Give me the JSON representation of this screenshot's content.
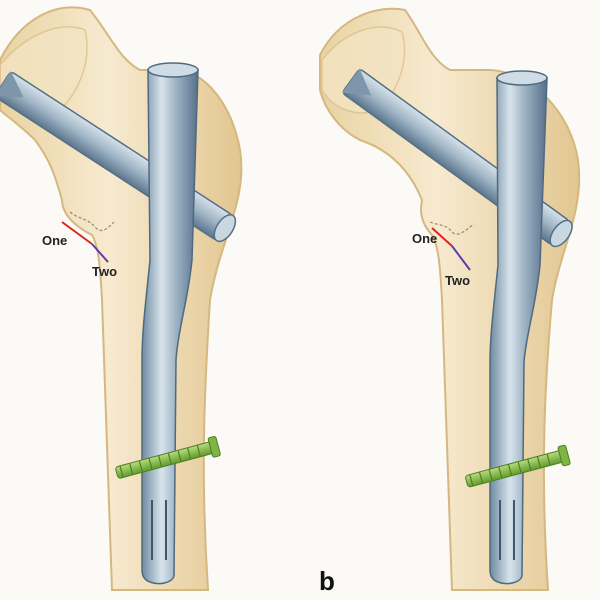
{
  "panels": [
    {
      "id": "left",
      "line_one_label": "One",
      "line_two_label": "Two"
    },
    {
      "id": "right",
      "line_one_label": "One",
      "line_two_label": "Two"
    }
  ],
  "panel_letter": "b",
  "colors": {
    "bone": "#f0dfb8",
    "bone_edge": "#d9bd84",
    "metal": "#a9bccc",
    "metal_dark": "#5f7a90",
    "screw_green": "#8fc24a",
    "line_one": "#e0241b",
    "line_two": "#5a3fa8",
    "background": "#fbfaf6"
  }
}
